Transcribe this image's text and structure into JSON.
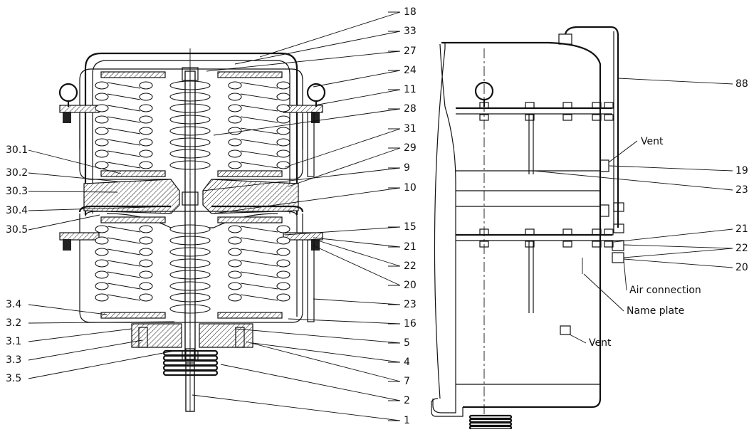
{
  "left_labels": [
    "30.1",
    "30.2",
    "30.3",
    "30.4",
    "30.5",
    "3.4",
    "3.2",
    "3.1",
    "3.3",
    "3.5"
  ],
  "center_labels": [
    "18",
    "33",
    "27",
    "24",
    "11",
    "28",
    "31",
    "29",
    "9",
    "10",
    "15",
    "21",
    "22",
    "20",
    "23",
    "16",
    "5",
    "4",
    "7",
    "2",
    "1"
  ],
  "right_labels": [
    "88",
    "19",
    "23",
    "21",
    "22",
    "20"
  ],
  "right_text": {
    "vent_top": "Vent",
    "air_connection": "Air connection",
    "name_plate": "Name plate",
    "vent_bottom": "Vent"
  }
}
